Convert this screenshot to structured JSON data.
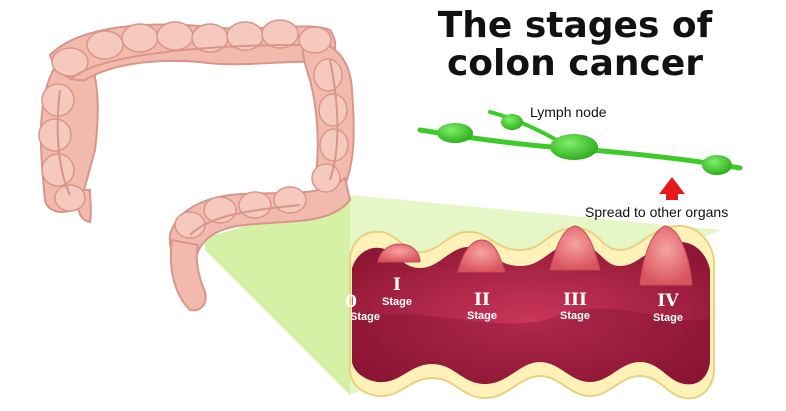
{
  "title": {
    "line1": "The stages of",
    "line2": "colon cancer"
  },
  "labels": {
    "lymph_node": "Lymph node",
    "spread": "Spread to other organs"
  },
  "stages": [
    {
      "numeral": "0",
      "word": "Stage"
    },
    {
      "numeral": "I",
      "word": "Stage"
    },
    {
      "numeral": "II",
      "word": "Stage"
    },
    {
      "numeral": "III",
      "word": "Stage"
    },
    {
      "numeral": "IV",
      "word": "Stage"
    }
  ],
  "colors": {
    "colon": "#f2b9ad",
    "colon_shadow": "#d98f84",
    "tissue": "#b8234a",
    "tissue_dark": "#7e0f2d",
    "lining": "#fff2b8",
    "zoom_fill": "#dff5b4",
    "lymph": "#3dcc27",
    "arrow": "#e61a1a"
  }
}
